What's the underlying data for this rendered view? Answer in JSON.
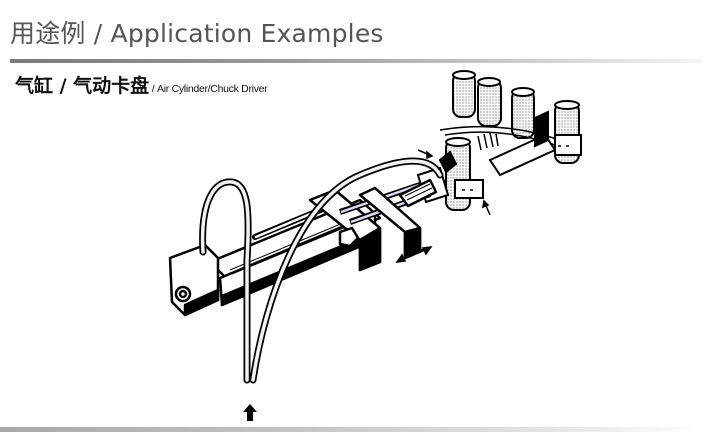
{
  "header": {
    "title": "用途例 / Application Examples"
  },
  "section": {
    "title_zh": "气缸 / 气动卡盘",
    "title_en": " / Air Cylinder/Chuck Driver"
  },
  "illustration": {
    "description": "Air cylinder driving a pneumatic chuck that grips cylindrical workpieces on a rotary transfer",
    "icons": [
      "air-cylinder",
      "air-hose",
      "chuck-gripper",
      "workpiece-cylinders",
      "motion-arrows",
      "air-inlet-arrow"
    ]
  },
  "colors": {
    "title_text": "#555555",
    "rule_dark": "#7a7a7a",
    "rule_light": "#f4f4f4",
    "ink": "#000000"
  }
}
